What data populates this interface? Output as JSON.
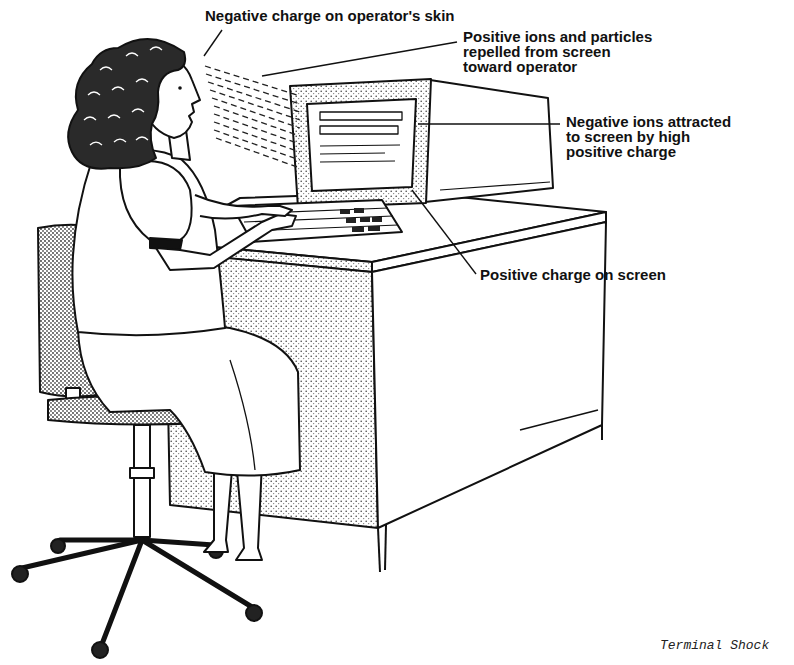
{
  "diagram": {
    "caption": "Terminal Shock",
    "labels": [
      "Negative charge on operator's skin",
      "Positive ions and particles repelled from screen toward operator",
      "Negative ions attracted to screen by high positive charge",
      "Positive charge on screen"
    ]
  }
}
